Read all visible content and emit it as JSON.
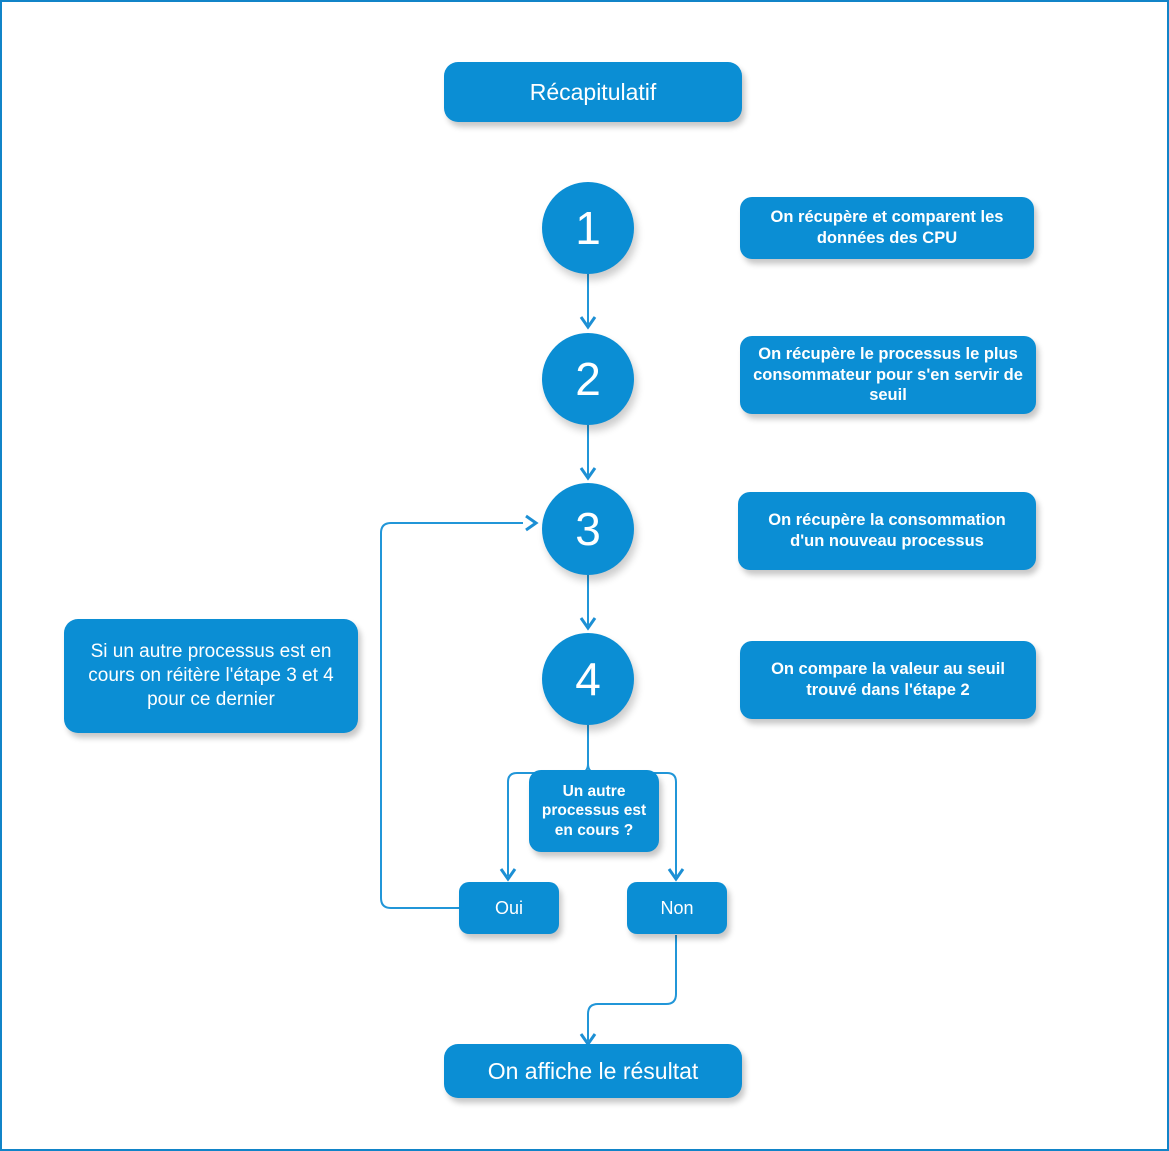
{
  "diagram": {
    "title": "Récapitulatif",
    "accent_color": "#0b8ed4",
    "border_color": "#1184c8",
    "connector_color": "#2196d8",
    "text_color": "#ffffff",
    "background_color": "#ffffff",
    "steps": [
      {
        "number": "1",
        "description": "On récupère et comparent les données des CPU"
      },
      {
        "number": "2",
        "description": "On récupère le processus le plus consommateur pour s'en servir de seuil"
      },
      {
        "number": "3",
        "description": "On récupère la consommation d'un nouveau processus"
      },
      {
        "number": "4",
        "description": "On compare la valeur au seuil trouvé dans l'étape 2"
      }
    ],
    "note": "Si un autre processus est en cours on réitère l'étape 3 et 4 pour ce dernier",
    "decision": "Un autre processus est en cours ?",
    "branch_yes": "Oui",
    "branch_no": "Non",
    "result": "On affiche le résultat"
  }
}
